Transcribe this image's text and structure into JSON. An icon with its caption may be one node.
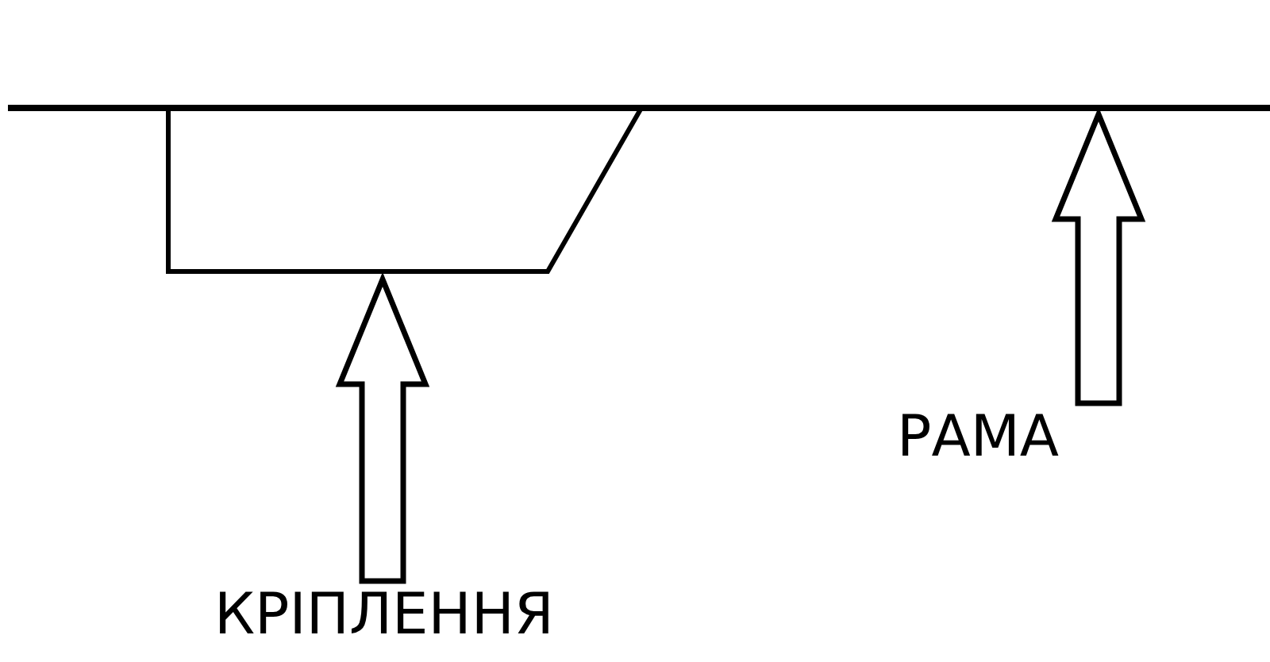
{
  "diagram": {
    "nodes": [
      {
        "text": [
          "КРІПЛЕННЯ"
        ]
      },
      {
        "text": [],
        "shape": "box"
      },
      {
        "text": [
          "РАМА"
        ]
      },
      {
        "text": [],
        "shape": "bar"
      }
    ],
    "edges": [
      {
        "from": 0,
        "to": 1,
        "arrow": "to"
      },
      {
        "from": 2,
        "to": 3,
        "arrow": "to"
      }
    ]
  }
}
